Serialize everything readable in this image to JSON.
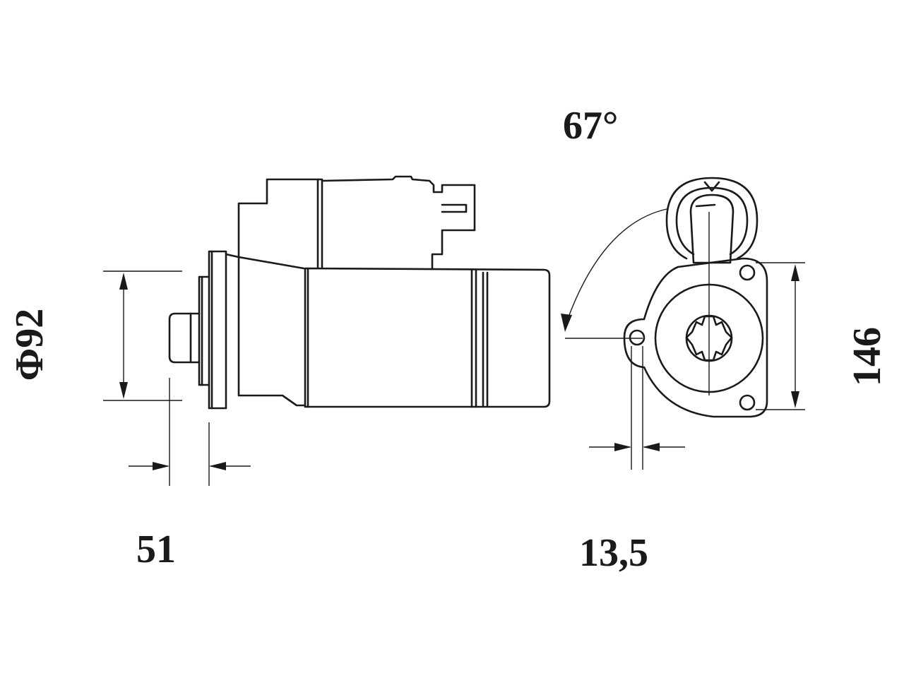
{
  "diagram": {
    "dimensions": {
      "angle": "67°",
      "diameter": "Φ92",
      "length": "51",
      "offset": "13,5",
      "height": "146"
    },
    "colors": {
      "line": "#1a1a1a",
      "background": "#ffffff"
    }
  }
}
